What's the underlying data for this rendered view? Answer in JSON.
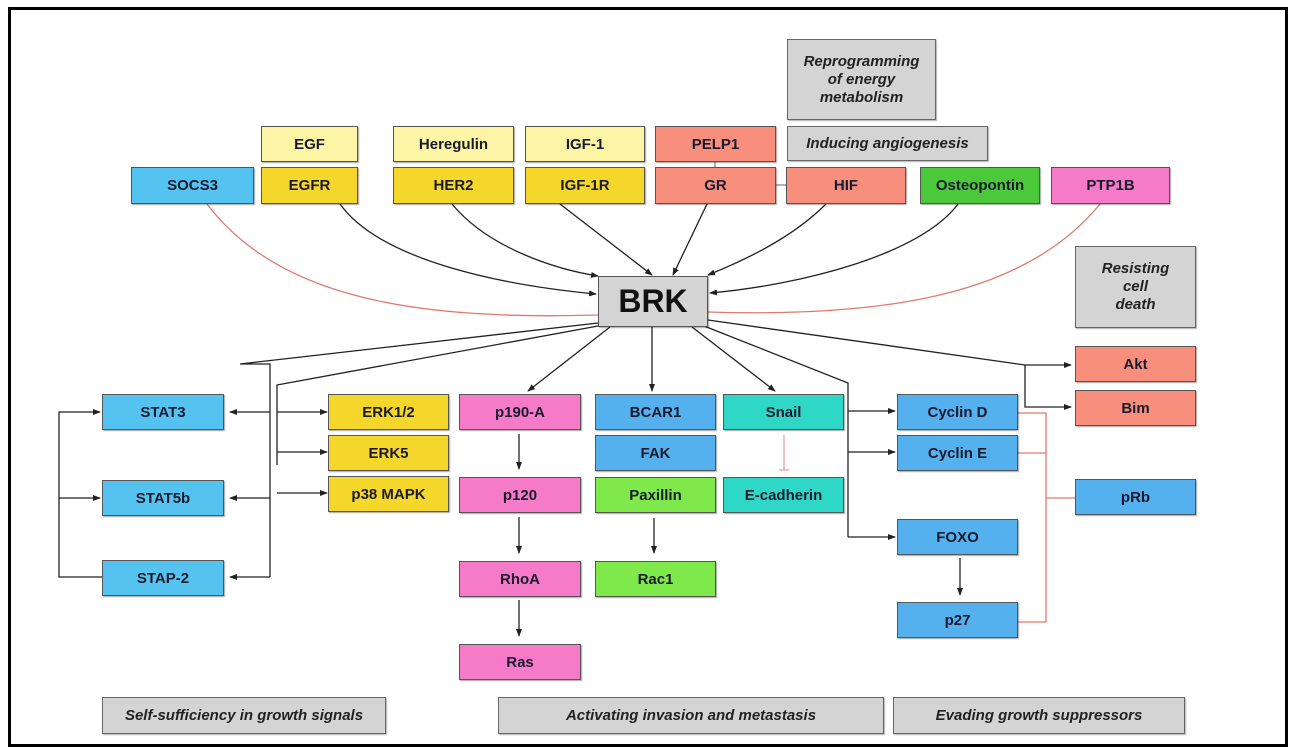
{
  "diagram": {
    "center": {
      "id": "BRK",
      "label": "BRK"
    },
    "colors": {
      "ligand": "#fdf5a6",
      "receptor": "#f5d62a",
      "blue": "#55c3f0",
      "salmon": "#f78f7c",
      "green": "#4bc93a",
      "lime": "#7fe84a",
      "pink": "#f57ac8",
      "teal": "#2fd8c6",
      "gray": "#d4d4d4",
      "activation_line": "#222222",
      "inhibition_line": "#e07a6e"
    },
    "categories": [
      {
        "id": "reprogramming",
        "label": "Reprogramming\nof energy\nmetabolism"
      },
      {
        "id": "angiogenesis",
        "label": "Inducing angiogenesis"
      },
      {
        "id": "resisting",
        "label": "Resisting\ncell\ndeath"
      },
      {
        "id": "self-sufficiency",
        "label": "Self-sufficiency in growth signals"
      },
      {
        "id": "invasion",
        "label": "Activating invasion and metastasis"
      },
      {
        "id": "evading",
        "label": "Evading growth suppressors"
      }
    ],
    "nodes": [
      {
        "id": "EGF",
        "label": "EGF",
        "color": "ligand"
      },
      {
        "id": "Heregulin",
        "label": "Heregulin",
        "color": "ligand"
      },
      {
        "id": "IGF-1",
        "label": "IGF-1",
        "color": "ligand"
      },
      {
        "id": "PELP1",
        "label": "PELP1",
        "color": "salmon"
      },
      {
        "id": "SOCS3",
        "label": "SOCS3",
        "color": "blue"
      },
      {
        "id": "EGFR",
        "label": "EGFR",
        "color": "receptor"
      },
      {
        "id": "HER2",
        "label": "HER2",
        "color": "receptor"
      },
      {
        "id": "IGF-1R",
        "label": "IGF-1R",
        "color": "receptor"
      },
      {
        "id": "GR",
        "label": "GR",
        "color": "salmon"
      },
      {
        "id": "HIF",
        "label": "HIF",
        "color": "salmon"
      },
      {
        "id": "Osteopontin",
        "label": "Osteopontin",
        "color": "green"
      },
      {
        "id": "PTP1B",
        "label": "PTP1B",
        "color": "pink"
      },
      {
        "id": "STAT3",
        "label": "STAT3",
        "color": "blue"
      },
      {
        "id": "STAT5b",
        "label": "STAT5b",
        "color": "blue"
      },
      {
        "id": "STAP-2",
        "label": "STAP-2",
        "color": "blue"
      },
      {
        "id": "ERK1/2",
        "label": "ERK1/2",
        "color": "receptor"
      },
      {
        "id": "ERK5",
        "label": "ERK5",
        "color": "receptor"
      },
      {
        "id": "p38 MAPK",
        "label": "p38 MAPK",
        "color": "receptor"
      },
      {
        "id": "p190-A",
        "label": "p190-A",
        "color": "pink"
      },
      {
        "id": "p120",
        "label": "p120",
        "color": "pink"
      },
      {
        "id": "RhoA",
        "label": "RhoA",
        "color": "pink"
      },
      {
        "id": "Ras",
        "label": "Ras",
        "color": "pink"
      },
      {
        "id": "BCAR1",
        "label": "BCAR1",
        "color": "blue"
      },
      {
        "id": "FAK",
        "label": "FAK",
        "color": "blue"
      },
      {
        "id": "Paxillin",
        "label": "Paxillin",
        "color": "lime"
      },
      {
        "id": "Rac1",
        "label": "Rac1",
        "color": "lime"
      },
      {
        "id": "Snail",
        "label": "Snail",
        "color": "teal"
      },
      {
        "id": "E-cadherin",
        "label": "E-cadherin",
        "color": "teal"
      },
      {
        "id": "Cyclin D",
        "label": "Cyclin D",
        "color": "blue"
      },
      {
        "id": "Cyclin E",
        "label": "Cyclin E",
        "color": "blue"
      },
      {
        "id": "FOXO",
        "label": "FOXO",
        "color": "blue"
      },
      {
        "id": "p27",
        "label": "p27",
        "color": "blue"
      },
      {
        "id": "Akt",
        "label": "Akt",
        "color": "salmon"
      },
      {
        "id": "Bim",
        "label": "Bim",
        "color": "salmon"
      },
      {
        "id": "pRb",
        "label": "pRb",
        "color": "blue"
      }
    ],
    "edges": [
      {
        "from": "SOCS3",
        "to": "BRK",
        "type": "inhibition"
      },
      {
        "from": "EGFR",
        "to": "BRK",
        "type": "activation"
      },
      {
        "from": "HER2",
        "to": "BRK",
        "type": "activation"
      },
      {
        "from": "IGF-1R",
        "to": "BRK",
        "type": "activation"
      },
      {
        "from": "GR",
        "to": "BRK",
        "type": "activation"
      },
      {
        "from": "HIF",
        "to": "BRK",
        "type": "activation"
      },
      {
        "from": "Osteopontin",
        "to": "BRK",
        "type": "activation"
      },
      {
        "from": "PTP1B",
        "to": "BRK",
        "type": "inhibition"
      },
      {
        "from": "PELP1",
        "to": "GR",
        "type": "association"
      },
      {
        "from": "GR",
        "to": "HIF",
        "type": "association"
      },
      {
        "from": "BRK",
        "to": "STAT3",
        "type": "activation"
      },
      {
        "from": "BRK",
        "to": "STAT5b",
        "type": "activation"
      },
      {
        "from": "BRK",
        "to": "STAP-2",
        "type": "activation"
      },
      {
        "from": "BRK",
        "to": "ERK1/2",
        "type": "activation"
      },
      {
        "from": "BRK",
        "to": "ERK5",
        "type": "activation"
      },
      {
        "from": "BRK",
        "to": "p38 MAPK",
        "type": "activation"
      },
      {
        "from": "STAP-2",
        "to": "STAT3",
        "type": "activation"
      },
      {
        "from": "STAP-2",
        "to": "STAT5b",
        "type": "activation"
      },
      {
        "from": "BRK",
        "to": "p190-A",
        "type": "activation"
      },
      {
        "from": "p190-A",
        "to": "p120",
        "type": "activation"
      },
      {
        "from": "p120",
        "to": "RhoA",
        "type": "activation"
      },
      {
        "from": "RhoA",
        "to": "Ras",
        "type": "activation"
      },
      {
        "from": "BRK",
        "to": "BCAR1",
        "type": "activation"
      },
      {
        "from": "Paxillin",
        "to": "Rac1",
        "type": "activation"
      },
      {
        "from": "BRK",
        "to": "Snail",
        "type": "activation"
      },
      {
        "from": "Snail",
        "to": "E-cadherin",
        "type": "inhibition"
      },
      {
        "from": "BRK",
        "to": "Cyclin D",
        "type": "activation"
      },
      {
        "from": "BRK",
        "to": "Cyclin E",
        "type": "activation"
      },
      {
        "from": "BRK",
        "to": "FOXO",
        "type": "activation"
      },
      {
        "from": "FOXO",
        "to": "p27",
        "type": "activation"
      },
      {
        "from": "BRK",
        "to": "Akt",
        "type": "activation"
      },
      {
        "from": "BRK",
        "to": "Bim",
        "type": "activation"
      },
      {
        "from": "Cyclin D",
        "to": "pRb",
        "type": "inhibition"
      },
      {
        "from": "Cyclin E",
        "to": "pRb",
        "type": "inhibition"
      },
      {
        "from": "p27",
        "to": "pRb",
        "type": "inhibition"
      }
    ]
  }
}
